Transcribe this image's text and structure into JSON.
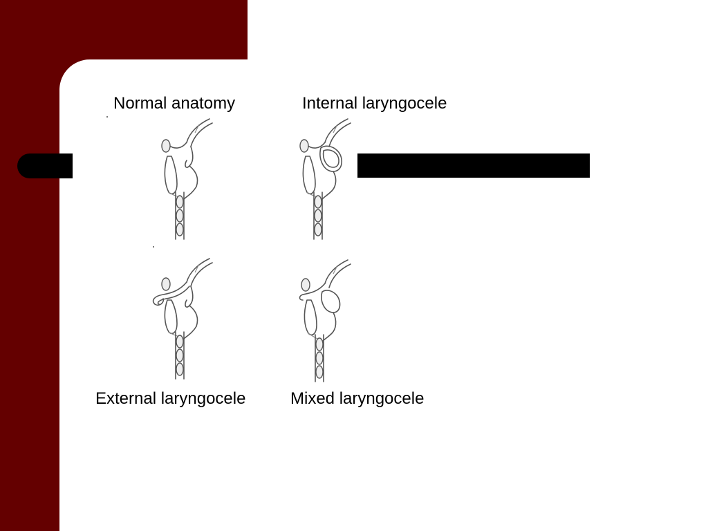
{
  "slide": {
    "colors": {
      "accent": "#640000",
      "background": "#ffffff",
      "redaction": "#000000"
    },
    "figures": [
      {
        "id": "normal",
        "caption": "Normal anatomy",
        "icon": "larynx-normal-diagram"
      },
      {
        "id": "internal",
        "caption": "Internal laryngocele",
        "icon": "larynx-internal-laryngocele-diagram"
      },
      {
        "id": "external",
        "caption": "External laryngocele",
        "icon": "larynx-external-laryngocele-diagram"
      },
      {
        "id": "mixed",
        "caption": "Mixed laryngocele",
        "icon": "larynx-mixed-laryngocele-diagram"
      }
    ]
  }
}
